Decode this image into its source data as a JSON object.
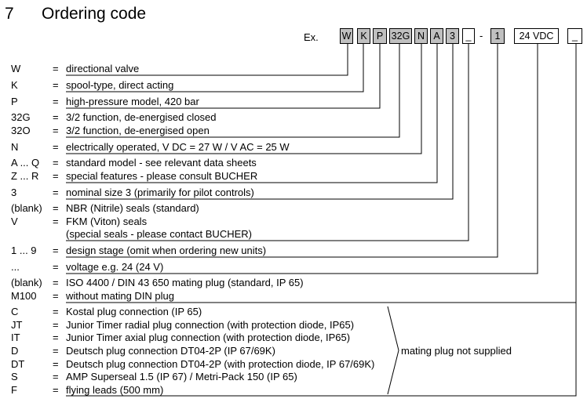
{
  "heading": {
    "number": "7",
    "title": "Ordering code"
  },
  "example": {
    "prefix": "Ex.",
    "boxes": [
      "W",
      "K",
      "P",
      "32G",
      "N",
      "A",
      "3",
      "_",
      "1",
      "24 VDC",
      "_"
    ],
    "separator": "-"
  },
  "rows": [
    {
      "code": "W",
      "desc": "directional valve"
    },
    {
      "code": "K",
      "desc": "spool-type, direct acting"
    },
    {
      "code": "P",
      "desc": "high-pressure model, 420 bar"
    },
    {
      "code": "32G",
      "desc": "3/2 function, de-energised closed"
    },
    {
      "code": "32O",
      "desc": "3/2 function, de-energised open"
    },
    {
      "code": "N",
      "desc": "electrically operated, V DC = 27  W  /  V AC = 25  W"
    },
    {
      "code": "A ... Q",
      "desc": "standard model - see relevant data sheets"
    },
    {
      "code": "Z ... R",
      "desc": "special features - please consult BUCHER"
    },
    {
      "code": "3",
      "desc": "nominal size 3 (primarily for pilot controls)"
    },
    {
      "code": "(blank)",
      "desc": "NBR (Nitrile) seals  (standard)"
    },
    {
      "code": "V",
      "desc": "FKM (Viton) seals"
    },
    {
      "code": "",
      "desc": "(special seals - please contact BUCHER)"
    },
    {
      "code": "1 ... 9",
      "desc": "design stage (omit when ordering new units)"
    },
    {
      "code": "...",
      "desc": "voltage e.g. 24 (24 V)"
    },
    {
      "code": "(blank)",
      "desc": "ISO 4400 / DIN 43 650 mating plug (standard, IP 65)"
    },
    {
      "code": "M100",
      "desc": "without mating DIN plug"
    },
    {
      "code": "C",
      "desc": "Kostal plug connection (IP 65)"
    },
    {
      "code": "JT",
      "desc": "Junior Timer radial plug connection (with protection diode, IP65)"
    },
    {
      "code": "IT",
      "desc": "Junior Timer axial plug connection (with protection diode, IP65)"
    },
    {
      "code": "D",
      "desc": "Deutsch plug connection DT04-2P (IP 67/69K)"
    },
    {
      "code": "DT",
      "desc": "Deutsch plug connection DT04-2P (with protection diode, IP 67/69K)"
    },
    {
      "code": "S",
      "desc": "AMP Superseal 1.5 (IP 67) / Metri-Pack 150 (IP 65)"
    },
    {
      "code": "F",
      "desc": "flying leads (500 mm)"
    }
  ],
  "equals": "=",
  "note": "mating plug not supplied"
}
